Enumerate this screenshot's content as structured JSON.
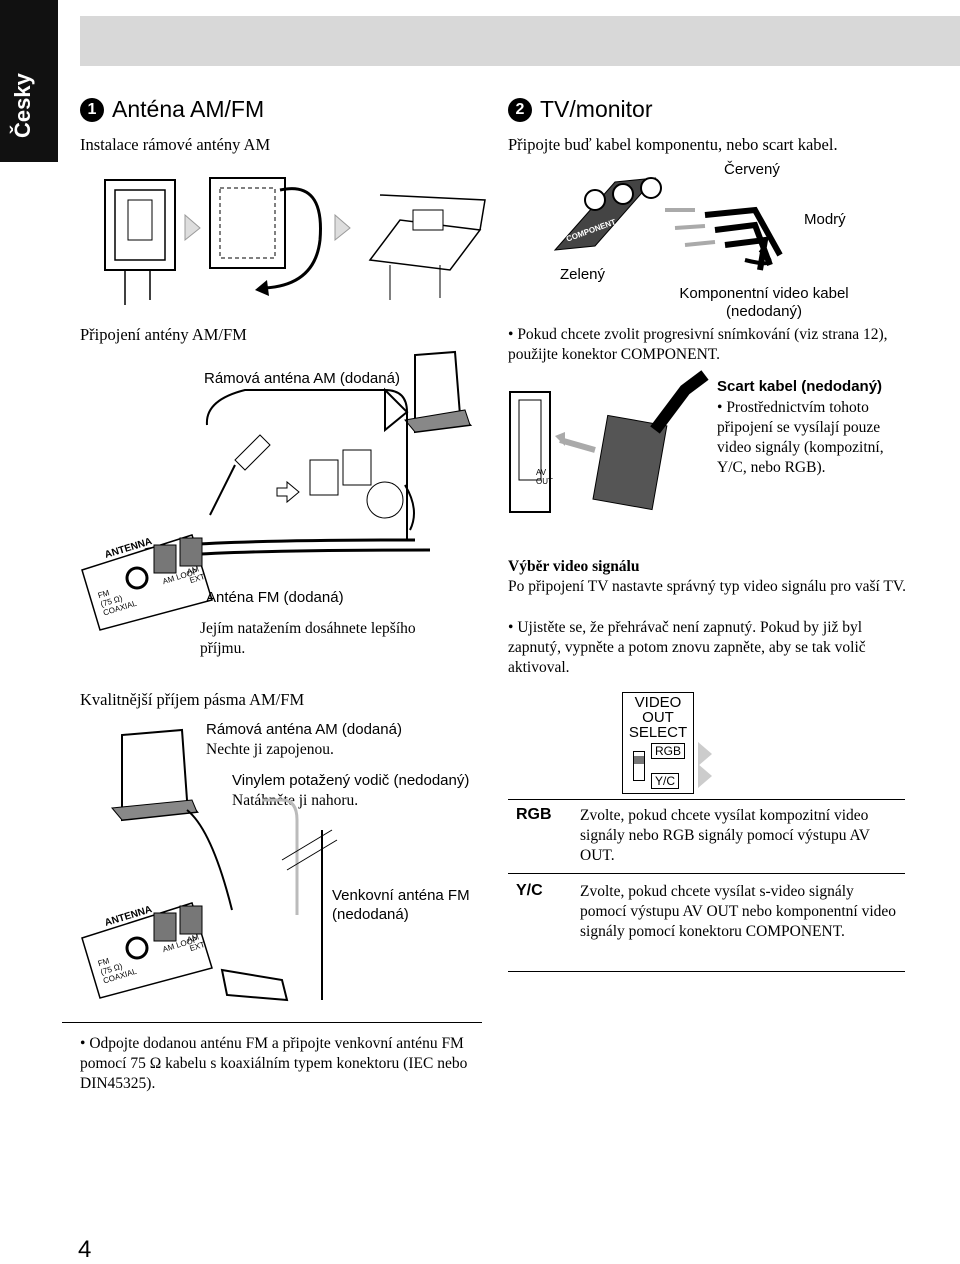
{
  "language_tab": "Česky",
  "left": {
    "number": "1",
    "title": "Anténa AM/FM",
    "install_heading": "Instalace rámové antény AM",
    "connect_heading": "Připojení antény AM/FM",
    "frame_antenna_label": "Rámová anténa AM (dodaná)",
    "fm_antenna_label": "Anténa FM (dodaná)",
    "fm_antenna_note": "Jejím natažením dosáhnete lepšího příjmu.",
    "better_reception_heading": "Kvalitnější příjem pásma AM/FM",
    "frame_antenna_label2": "Rámová anténa AM (dodaná)",
    "frame_antenna_note2": "Nechte ji zapojenou.",
    "vinyl_wire_label": "Vinylem potažený vodič (nedodaný)",
    "vinyl_wire_note": "Natáhněte ji nahoru.",
    "outdoor_antenna_label": "Venkovní anténa FM (nedodaná)",
    "footer_bullet": "Odpojte dodanou anténu FM a připojte venkovní anténu FM pomocí 75 Ω kabelu s koaxiálním typem konektoru (IEC nebo DIN45325).",
    "panel": {
      "antenna": "ANTENNA",
      "fm": "FM",
      "ohm": "(75 Ω)",
      "coaxial": "COAXIAL",
      "am_loop": "AM LOOP",
      "am_ext": "AM EXT"
    }
  },
  "right": {
    "number": "2",
    "title": "TV/monitor",
    "intro": "Připojte buď kabel komponentu, nebo scart kabel.",
    "red_label": "Červený",
    "blue_label": "Modrý",
    "green_label": "Zelený",
    "component_cable_label": "Komponentní video kabel (nedodaný)",
    "component_connector": "COMPONENT",
    "bullet_progressive": "Pokud chcete zvolit progresivní snímkování (viz strana 12), použijte konektor COMPONENT.",
    "scart_label": "Scart kabel (nedodaný)",
    "scart_bullet": "Prostřednictvím tohoto připojení se vysílají pouze video signály (kompozitní, Y/C, nebo RGB).",
    "av_out": "AV OUT",
    "video_signal_heading": "Výběr video signálu",
    "video_signal_text": "Po připojení TV nastavte správný typ video signálu pro vaší TV.",
    "video_signal_bullet": "Ujistěte se, že přehrávač není zapnutý. Pokud by již byl zapnutý, vypněte a potom znovu zapněte, aby se tak volič aktivoval.",
    "selector": {
      "line1": "VIDEO",
      "line2": "OUT",
      "line3": "SELECT",
      "rgb": "RGB",
      "yc": "Y/C"
    },
    "table": [
      {
        "key": "RGB",
        "desc": "Zvolte, pokud chcete vysílat kompozitní video signály nebo RGB signály pomocí výstupu AV OUT."
      },
      {
        "key": "Y/C",
        "desc": "Zvolte, pokud chcete vysílat s-video signály pomocí výstupu AV OUT nebo komponentní video signály pomocí konektoru COMPONENT."
      }
    ]
  },
  "page_number": "4"
}
